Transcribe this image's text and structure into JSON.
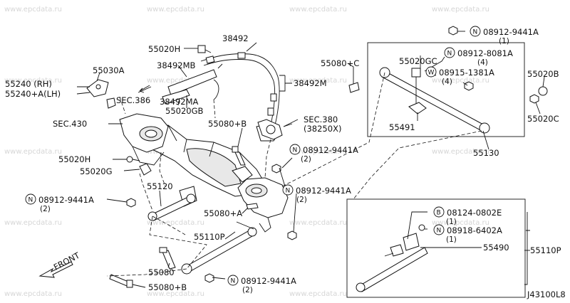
{
  "watermark": "www.epcdata.ru",
  "diagram_code": "J43100L8",
  "front_label": "FRONT",
  "labels": {
    "n38492": "38492",
    "n55020H_top": "55020H",
    "n55030A": "55030A",
    "n38492MB": "38492MB",
    "n38492M": "38492M",
    "n38492MA": "38492MA",
    "n55020GB": "55020GB",
    "n55240_rh": "55240  (RH)",
    "n55240_lh": "55240+A(LH)",
    "sec386": "SEC.386",
    "sec430": "SEC.430",
    "sec380": "SEC.380",
    "sec380_sub": "(38250X)",
    "n55080C": "55080+C",
    "n55080B_mid": "55080+B",
    "n55020H_mid": "55020H",
    "n55020G": "55020G",
    "n55120": "55120",
    "n55080A": "55080+A",
    "n55110P": "55110P",
    "n55080": "55080",
    "n55080B_bot": "55080+B",
    "n55491": "55491",
    "n55130": "55130",
    "n55020B": "55020B",
    "n55020C": "55020C",
    "n55020GC": "55020GC",
    "n55490": "55490",
    "n55110P_box": "55110P"
  },
  "callouts": [
    {
      "symbol": "N",
      "part": "08912-9441A",
      "qty": "(1)"
    },
    {
      "symbol": "N",
      "part": "08912-8081A",
      "qty": "(4)"
    },
    {
      "symbol": "W",
      "part": "08915-1381A",
      "qty": "(4)"
    },
    {
      "symbol": "N",
      "part": "08912-9441A",
      "qty": "(2)"
    },
    {
      "symbol": "N",
      "part": "08912-9441A",
      "qty": "(2)"
    },
    {
      "symbol": "N",
      "part": "08912-9441A",
      "qty": "(2)"
    },
    {
      "symbol": "N",
      "part": "08912-9441A",
      "qty": "(2)"
    },
    {
      "symbol": "B",
      "part": "08124-0802E",
      "qty": "(1)"
    },
    {
      "symbol": "N",
      "part": "08918-6402A",
      "qty": "(1)"
    }
  ]
}
